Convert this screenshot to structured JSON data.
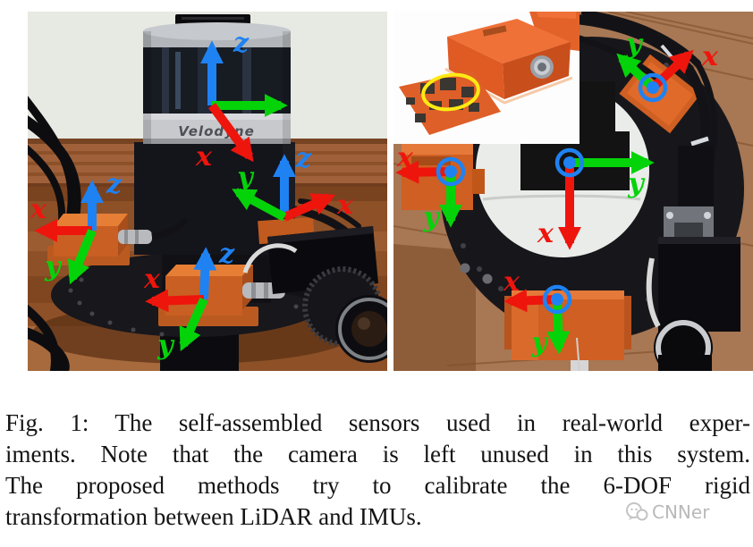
{
  "figure": {
    "axis_labels": {
      "x": "x",
      "y": "y",
      "z": "z"
    },
    "left_photo": {
      "velodyne_logo": "Velodyne"
    },
    "colors": {
      "axis_x": "#ee150d",
      "axis_y": "#05d30a",
      "axis_z": "#1f82f2",
      "highlight_ellipse": "#ffe913"
    }
  },
  "caption": {
    "lines": [
      "Fig. 1: The self-assembled sensors used in real-world exper-",
      "iments. Note that the camera is left unused in this system.",
      "The proposed methods try to calibrate the 6-DOF rigid",
      "transformation between LiDAR and IMUs."
    ]
  },
  "watermark": {
    "text": "CNNer"
  }
}
